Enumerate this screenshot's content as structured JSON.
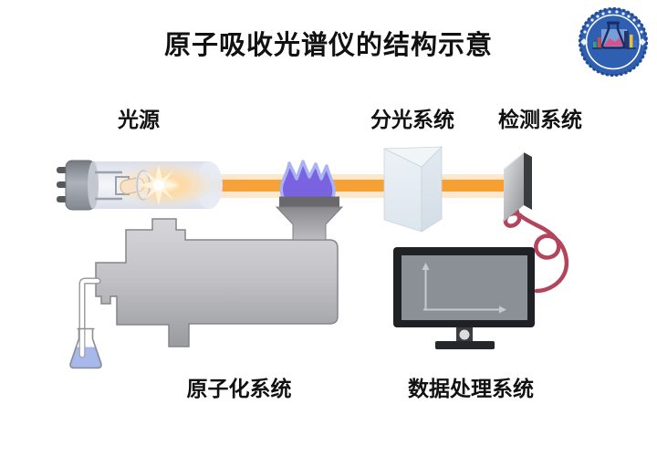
{
  "title": "原子吸收光谱仪的结构示意",
  "labels": {
    "light_source": "光源",
    "dispersion_system": "分光系统",
    "detection_system": "检测系统",
    "atomization_system": "原子化系统",
    "data_processing_system": "数据处理系统"
  },
  "colors": {
    "background": "#FFFFFF",
    "beam": "#F6A23A",
    "beam_halo": "#FBD5A4",
    "flame_core": "#7A63E0",
    "flame_edge": "#A9B2F3",
    "machine_body": "#C3C3C7",
    "machine_stroke": "#85868A",
    "burner_slot": "#69696D",
    "prism_face": "#E3EAF0",
    "detector_side": "#3A3B3F",
    "signal_cable": "#B2455C",
    "monitor_bezel": "#202124",
    "monitor_screen": "#8B9097",
    "monitor_axes": "#C6CACE",
    "flask_liquid": "#93A9E8",
    "logo_ring_blue": "#2E5FB0",
    "logo_flask_navy": "#1B2B63",
    "logo_pink": "#D4538C"
  }
}
